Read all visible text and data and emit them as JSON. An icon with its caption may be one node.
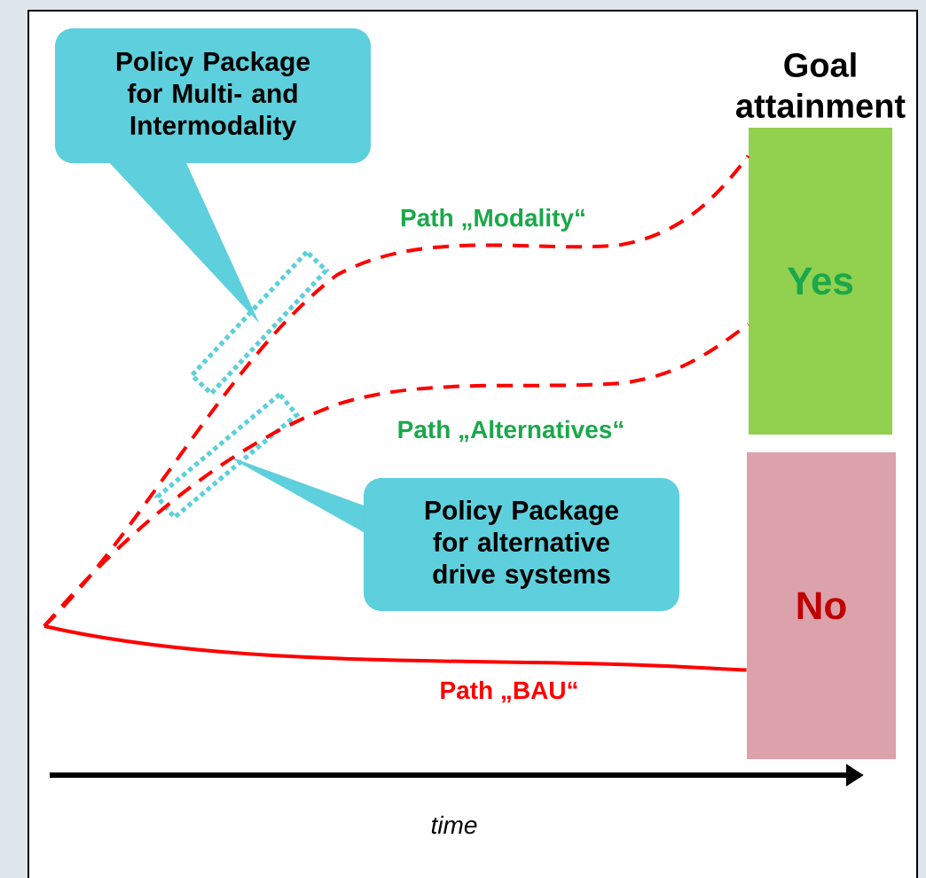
{
  "diagram": {
    "nodes": [
      {
        "text": [
          "Policy Package for Multi- and Intermodality"
        ]
      },
      {
        "text": [],
        "shape": "box"
      },
      {
        "text": [],
        "shape": "box"
      },
      {
        "text": [
          "Policy Package for alternative drive systems"
        ]
      },
      {
        "text": [
          "Goal attainment",
          "Yes"
        ]
      },
      {
        "text": [
          "No"
        ]
      }
    ],
    "edges": [
      {
        "from": 0,
        "to": 1,
        "arrow": "none",
        "color": "#5ecfdc"
      },
      {
        "from": 3,
        "to": 2,
        "arrow": "none",
        "color": "#5ecfdc"
      },
      {
        "from": null,
        "to": 4,
        "arrow": "none",
        "style": "dashed",
        "color": "#ff0000",
        "label": "Path „Modality“"
      },
      {
        "from": null,
        "to": 4,
        "arrow": "none",
        "style": "dashed",
        "color": "#ff0000",
        "label": "Path „Alternatives“"
      },
      {
        "from": null,
        "to": 5,
        "arrow": "none",
        "color": "#ff0000",
        "label": "Path „BAU“"
      }
    ],
    "labels": [
      "time"
    ]
  }
}
